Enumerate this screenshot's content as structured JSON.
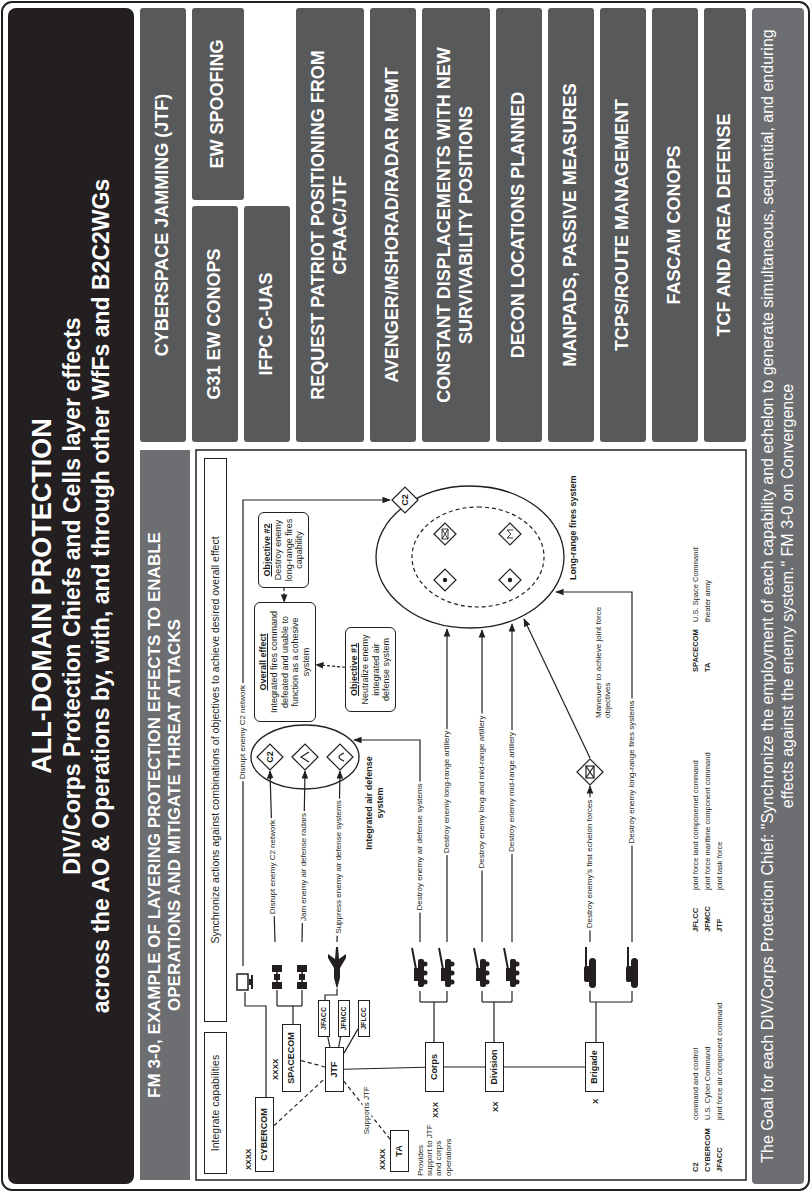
{
  "diagram": {
    "title": "ALL-DOMAIN PROTECTION",
    "caption": "The Goal for each DIV/Corps Protection Chief: \"Synchronize the employment of each capability and echelon to generate simultaneous, sequential, and enduring effects against the enemy system.\" FM 3-0 on Convergence",
    "nodes": [
      {
        "text": [
          "FM 3-0, EXAMPLE OF LAYERING PROTECTION EFFECTS TO ENABLE OPERATIONS AND MITIGATE THREAT ATTACKS"
        ]
      },
      {
        "text": [
          "Integrate capabilities"
        ]
      },
      {
        "text": [
          "Synchronize actions against combinations of objectives to achieve desired overall effect"
        ]
      },
      {
        "text": [
          "CYBERCOM"
        ]
      },
      {
        "text": [
          "SPACECOM"
        ]
      },
      {
        "text": [
          "JTF"
        ]
      },
      {
        "text": [
          "JFACC"
        ]
      },
      {
        "text": [
          "JFMCC"
        ]
      },
      {
        "text": [
          "JFLCC"
        ]
      },
      {
        "text": [
          "TA"
        ]
      },
      {
        "text": [
          "Corps"
        ]
      },
      {
        "text": [
          "Division"
        ]
      },
      {
        "text": [
          "Brigade"
        ]
      },
      {
        "text": [
          "Integrated air defense system"
        ]
      },
      {
        "text": [
          "C2"
        ],
        "in": 13
      },
      {
        "text": [
          "Overall effect",
          "Integrated fires command defeated and unable to function as a cohesive system"
        ]
      },
      {
        "text": [
          "Objective #1",
          "Neutralize enemy integrated air defense system"
        ]
      },
      {
        "text": [
          "Objective #2",
          "Destroy enemy long-range fires capability"
        ]
      },
      {
        "text": [
          "Long-range fires system"
        ]
      },
      {
        "text": [
          "C2"
        ],
        "in": 18
      },
      {
        "text": [
          "CYBERSPACE JAMMING (JTF)"
        ]
      },
      {
        "text": [
          "G31 EW CONOPS"
        ]
      },
      {
        "text": [
          "EW SPOOFING"
        ]
      },
      {
        "text": [
          "IFPC C-UAS"
        ]
      },
      {
        "text": [
          "REQUEST PATRIOT POSITIONING FROM CFAAC/JTF"
        ]
      },
      {
        "text": [
          "AVENGER/MSHORAD/RADAR MGMT"
        ]
      },
      {
        "text": [
          "CONSTANT DISPLACEMENTS WITH NEW SURVIVABILITY POSITIONS"
        ]
      },
      {
        "text": [
          "DECON LOCATIONS PLANNED"
        ]
      },
      {
        "text": [
          "MANPADS, PASSIVE MEASURES"
        ]
      },
      {
        "text": [
          "TCPS/ROUTE MANAGEMENT"
        ]
      },
      {
        "text": [
          "FASCAM CONOPS"
        ]
      },
      {
        "text": [
          "TCF AND AREA DEFENSE"
        ]
      }
    ],
    "edges": [
      {
        "from": 3,
        "to": 5,
        "arrow": "none"
      },
      {
        "from": 4,
        "to": 5,
        "arrow": "none"
      },
      {
        "from": 9,
        "to": 5,
        "label": "Supports JTF",
        "arrow": "none"
      },
      {
        "from": 5,
        "to": 6,
        "arrow": "none"
      },
      {
        "from": 5,
        "to": 7,
        "arrow": "none"
      },
      {
        "from": 5,
        "to": 8,
        "arrow": "none"
      },
      {
        "from": 5,
        "to": 10,
        "arrow": "none"
      },
      {
        "from": 10,
        "to": 11,
        "arrow": "none"
      },
      {
        "from": 11,
        "to": 12,
        "arrow": "none"
      },
      {
        "from": 16,
        "to": 15,
        "arrow": "to"
      },
      {
        "from": 17,
        "to": 15,
        "arrow": "to"
      }
    ],
    "labels": [
      "DIV/Corps Protection Chiefs and Cells layer effects",
      "across the AO & Operations by, with, and through other WfFs and B2C2WGs",
      "XXXX",
      "XXXX",
      "XXXX",
      "XXX",
      "XX",
      "X",
      "Provides support to JTF and corps operations",
      "Disrupt enemy C2 network",
      "Disrupt enemy C2 network",
      "Jam enemy air defense radars",
      "Suppress enemy air defense systems",
      "Destroy enemy air defense systems",
      "Destroy enemy long-range artillery",
      "Destroy enemy long and mid-range artillery",
      "Destroy enemy mid-range artillery",
      "Destroy enemy's first echelon forces",
      "Maneuver to achieve joint force objectives",
      "Destroy enemy long-range fires systems",
      "C2",
      "command and control",
      "CYBERCOM",
      "U.S. Cyber Command",
      "JFACC",
      "joint force air component command",
      "JFLCC",
      "joint force land componernet command",
      "JFMCC",
      "joint force maritime component command",
      "JTF",
      "joint task force",
      "SPACECOM",
      "U.S. Space Command",
      "TA",
      "theater army"
    ]
  }
}
